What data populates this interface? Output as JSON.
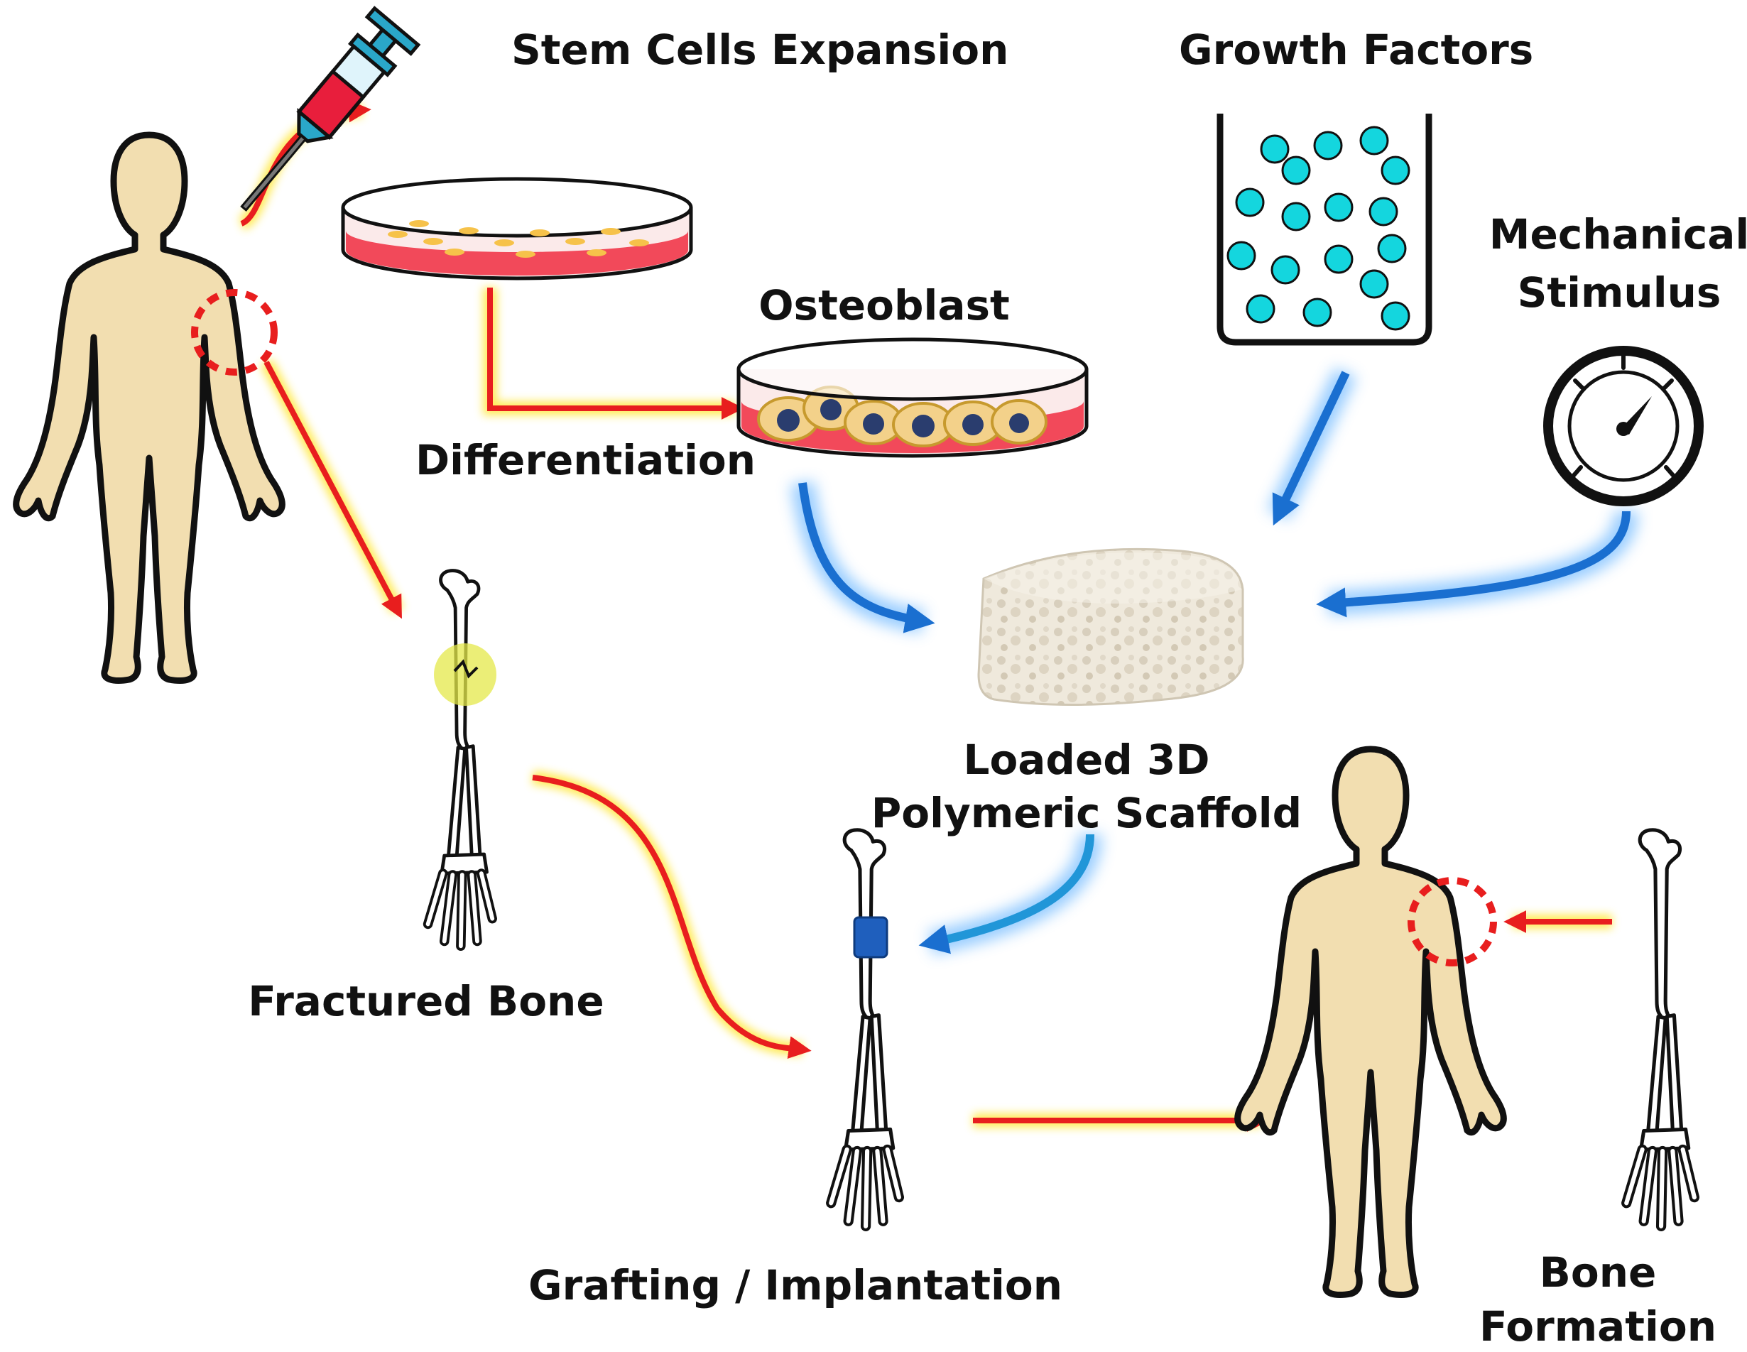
{
  "labels": {
    "stem_cells_expansion": "Stem Cells Expansion",
    "growth_factors": "Growth Factors",
    "mechanical_line1": "Mechanical",
    "mechanical_line2": "Stimulus",
    "osteoblast": "Osteoblast",
    "differentiation": "Differentiation",
    "scaffold_line1": "Loaded 3D",
    "scaffold_line2": "Polymeric Scaffold",
    "fractured_bone": "Fractured Bone",
    "grafting": "Grafting / Implantation",
    "bone_formation_line1": "Bone",
    "bone_formation_line2": "Formation"
  },
  "colors": {
    "skin": "#f2deb0",
    "red_arrow": "#e81e1e",
    "arrow_glow": "#ffe94a",
    "blue_arrow": "#1a6fd0",
    "blue_glow": "#8ec8ff",
    "growth_factor_dot": "#14d6de",
    "medium": "#f2495a",
    "implant": "#1f5fbd"
  },
  "icons": {
    "syringe": "syringe-icon",
    "petri_dish": "petri-dish-icon",
    "beaker": "beaker-icon",
    "gauge": "pressure-gauge-icon",
    "body": "human-body-icon",
    "arm_bone": "arm-bone-icon",
    "scaffold": "scaffold-icon"
  }
}
